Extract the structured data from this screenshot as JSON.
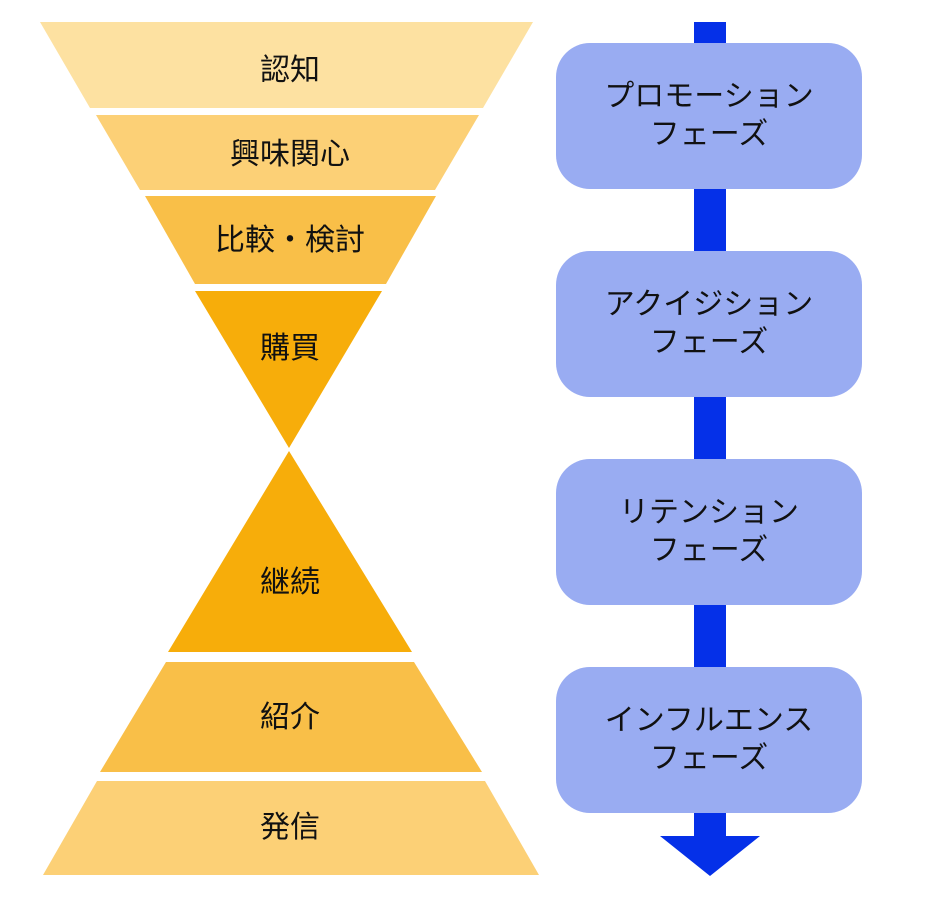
{
  "funnel": {
    "stages": [
      {
        "label": "認知",
        "color": "#fde1a1"
      },
      {
        "label": "興味関心",
        "color": "#fcd076"
      },
      {
        "label": "比較・検討",
        "color": "#f9bf48"
      },
      {
        "label": "購買",
        "color": "#f7ad0a"
      },
      {
        "label": "継続",
        "color": "#f7ad0a"
      },
      {
        "label": "紹介",
        "color": "#f9bf48"
      },
      {
        "label": "発信",
        "color": "#fcd076"
      }
    ]
  },
  "phases": [
    {
      "line1": "プロモーション",
      "line2": "フェーズ"
    },
    {
      "line1": "アクイジション",
      "line2": "フェーズ"
    },
    {
      "line1": "リテンション",
      "line2": "フェーズ"
    },
    {
      "line1": "インフルエンス",
      "line2": "フェーズ"
    }
  ],
  "colors": {
    "arrow": "#0530e8",
    "phase_box": "#99acf2",
    "text": "#111111"
  }
}
